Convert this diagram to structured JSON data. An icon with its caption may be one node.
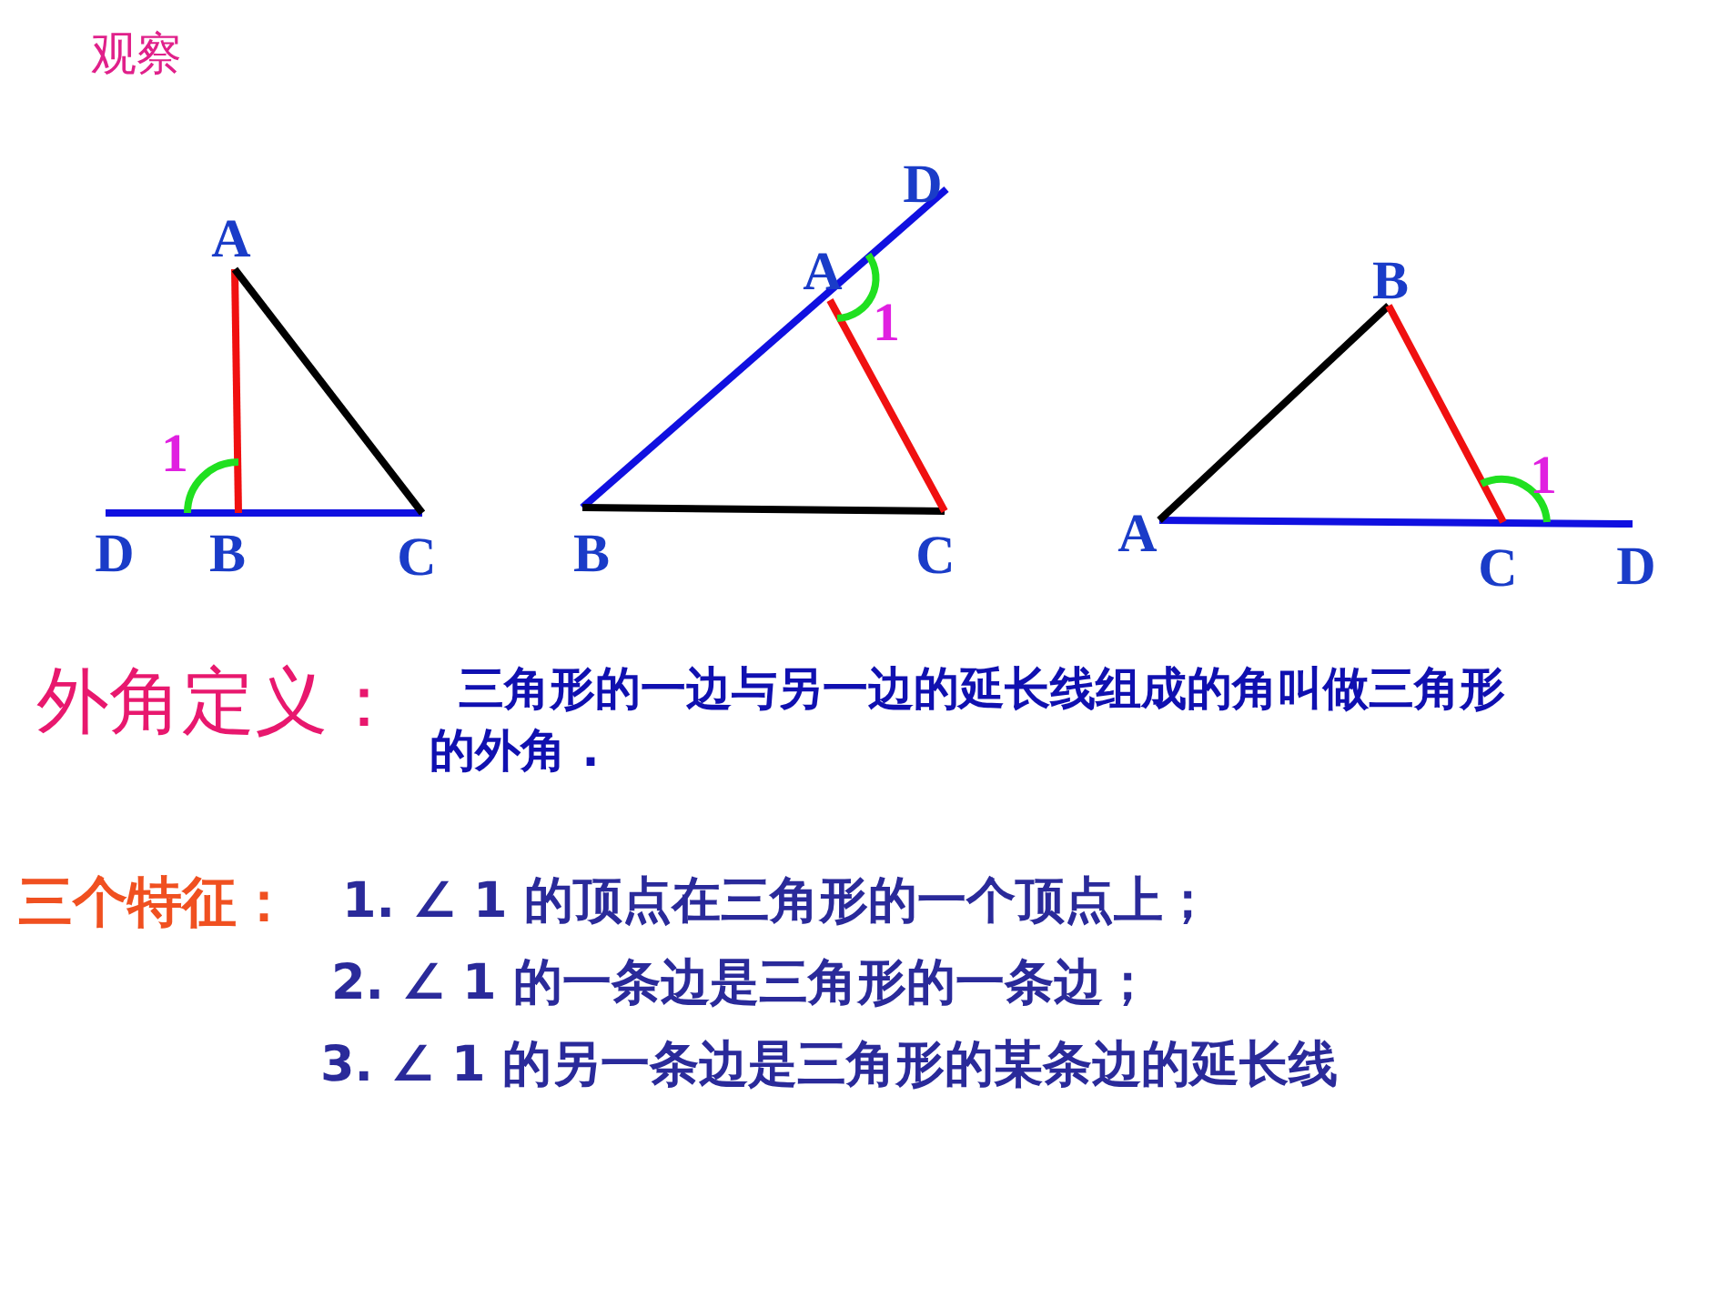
{
  "diagram": {
    "title": "观察",
    "labels": [
      "A",
      "1",
      "D",
      "B",
      "C",
      "D",
      "A",
      "1",
      "B",
      "C",
      "B",
      "1",
      "A",
      "C",
      "D",
      "外角定义：",
      "三角形的一边与另一边的延长线组成的角叫做三角形的外角 .",
      "三个特征：",
      "1. ∠ 1 的顶点在三角形的一个顶点上；",
      "2. ∠ 1 的一条边是三角形的一条边；",
      "3. ∠ 1 的另一条边是三角形的某条边的延长线"
    ]
  }
}
